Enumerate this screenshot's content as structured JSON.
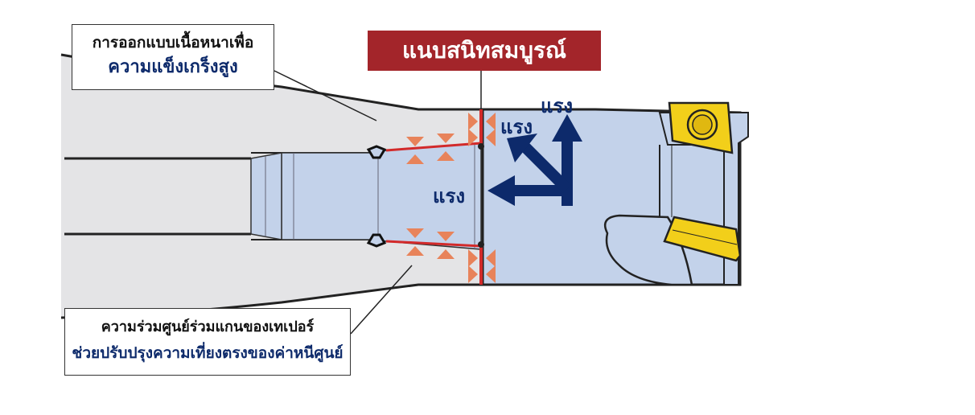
{
  "title_banner": "แนบสนิทสมบูรณ์",
  "callout_top": {
    "line1": "การออกแบบเนื้อหนาเพื่อ",
    "line2": "ความแข็งเกร็งสูง"
  },
  "callout_bottom": {
    "line1": "ความร่วมศูนย์ร่วมแกนของเทเปอร์",
    "line2": "ช่วยปรับปรุงความเที่ยงตรงของค่าหนีศูนย์"
  },
  "forces": {
    "up": "แรง",
    "diagonal": "แรง",
    "left": "แรง"
  },
  "colors": {
    "shank_gray": "#e4e4e6",
    "tool_blue": "#c3d2ea",
    "arrow_navy": "#0d2a6b",
    "contact_red": "#d22a2a",
    "pressure_orange": "#e8835a",
    "insert_yellow": "#f2cf1a",
    "banner_red": "#a3252a"
  }
}
